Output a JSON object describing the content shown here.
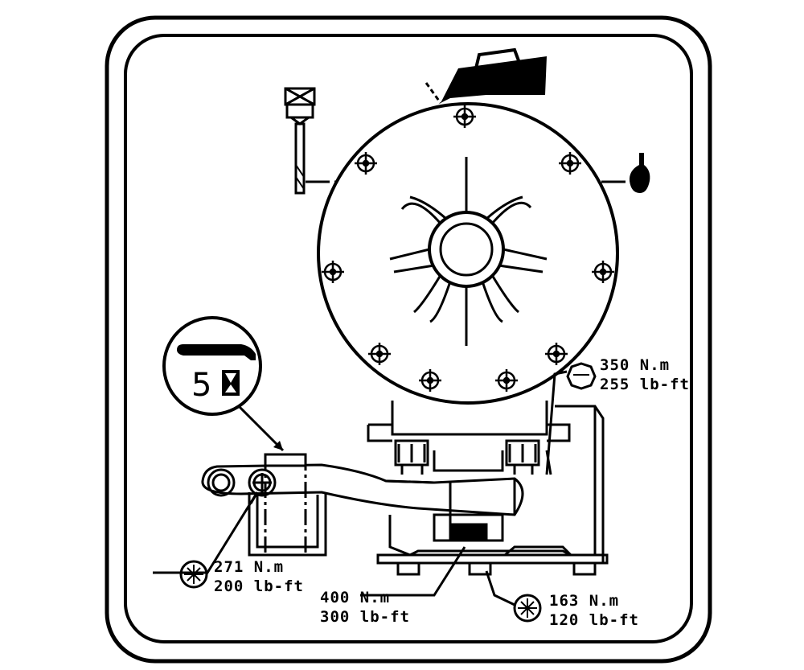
{
  "callouts": {
    "dipstick_interval": "5",
    "torque_top_right": {
      "metric": "350 N.m",
      "imperial": "255 lb-ft"
    },
    "torque_left": {
      "metric": "271 N.m",
      "imperial": "200 lb-ft"
    },
    "torque_bottom_center": {
      "metric": "400 N.m",
      "imperial": "300 lb-ft"
    },
    "torque_bottom_right": {
      "metric": "163 N.m",
      "imperial": "120 lb-ft"
    }
  },
  "colors": {
    "ink": "#000000",
    "paper": "#ffffff"
  },
  "icons": [
    "oil-can-icon",
    "oil-drop-icon",
    "dipstick-icon",
    "hourglass-icon",
    "bolt-torque-icon"
  ]
}
